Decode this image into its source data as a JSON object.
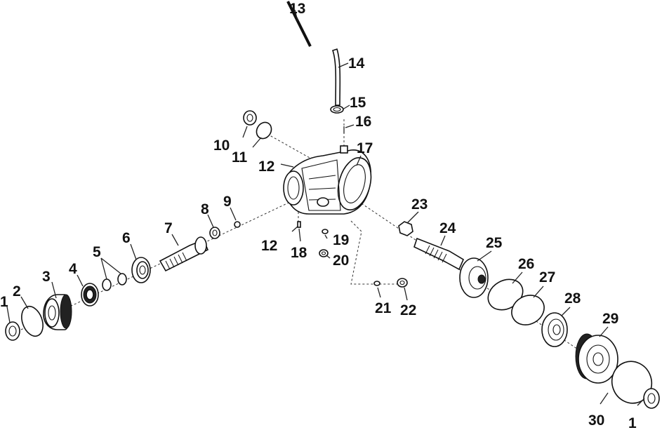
{
  "diagram": {
    "labels": {
      "p1a": "1",
      "p2": "2",
      "p3": "3",
      "p4": "4",
      "p5": "5",
      "p6": "6",
      "p7": "7",
      "p8": "8",
      "p9": "9",
      "p10": "10",
      "p11": "11",
      "p12a": "12",
      "p12b": "12",
      "p13": "13",
      "p14": "14",
      "p15": "15",
      "p16": "16",
      "p17": "17",
      "p18": "18",
      "p19": "19",
      "p20": "20",
      "p21": "21",
      "p22": "22",
      "p23": "23",
      "p24": "24",
      "p25": "25",
      "p26": "26",
      "p27": "27",
      "p28": "28",
      "p29": "29",
      "p30": "30",
      "p1b": "1"
    }
  }
}
